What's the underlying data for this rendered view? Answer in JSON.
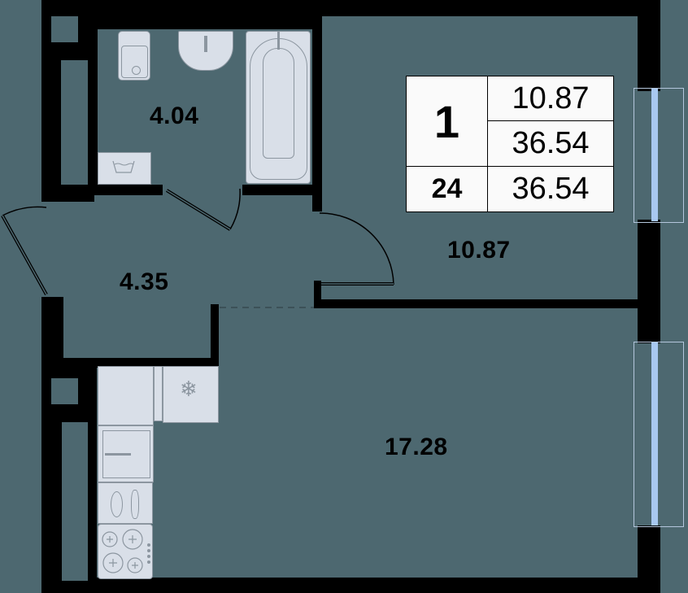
{
  "plan": {
    "rooms": [
      {
        "id": "bathroom",
        "area": "4.04"
      },
      {
        "id": "hallway",
        "area": "4.35"
      },
      {
        "id": "bedroom",
        "area": "10.87"
      },
      {
        "id": "living_kitchen",
        "area": "17.28"
      }
    ],
    "info_table": {
      "rooms_count": "1",
      "living_area": "10.87",
      "total_area": "36.54",
      "apartment_number": "24",
      "area_total_repeat": "36.54"
    },
    "fixtures": [
      "toilet",
      "sink",
      "bathtub",
      "washing-machine",
      "fridge",
      "sink-kitchen",
      "dishwasher",
      "cooktop"
    ],
    "colors": {
      "floor": "#4d6870",
      "wall": "#000000",
      "fixture": "#d9dfe8",
      "window_glass": "#a8c8f0",
      "table_bg": "#fafafa"
    }
  }
}
